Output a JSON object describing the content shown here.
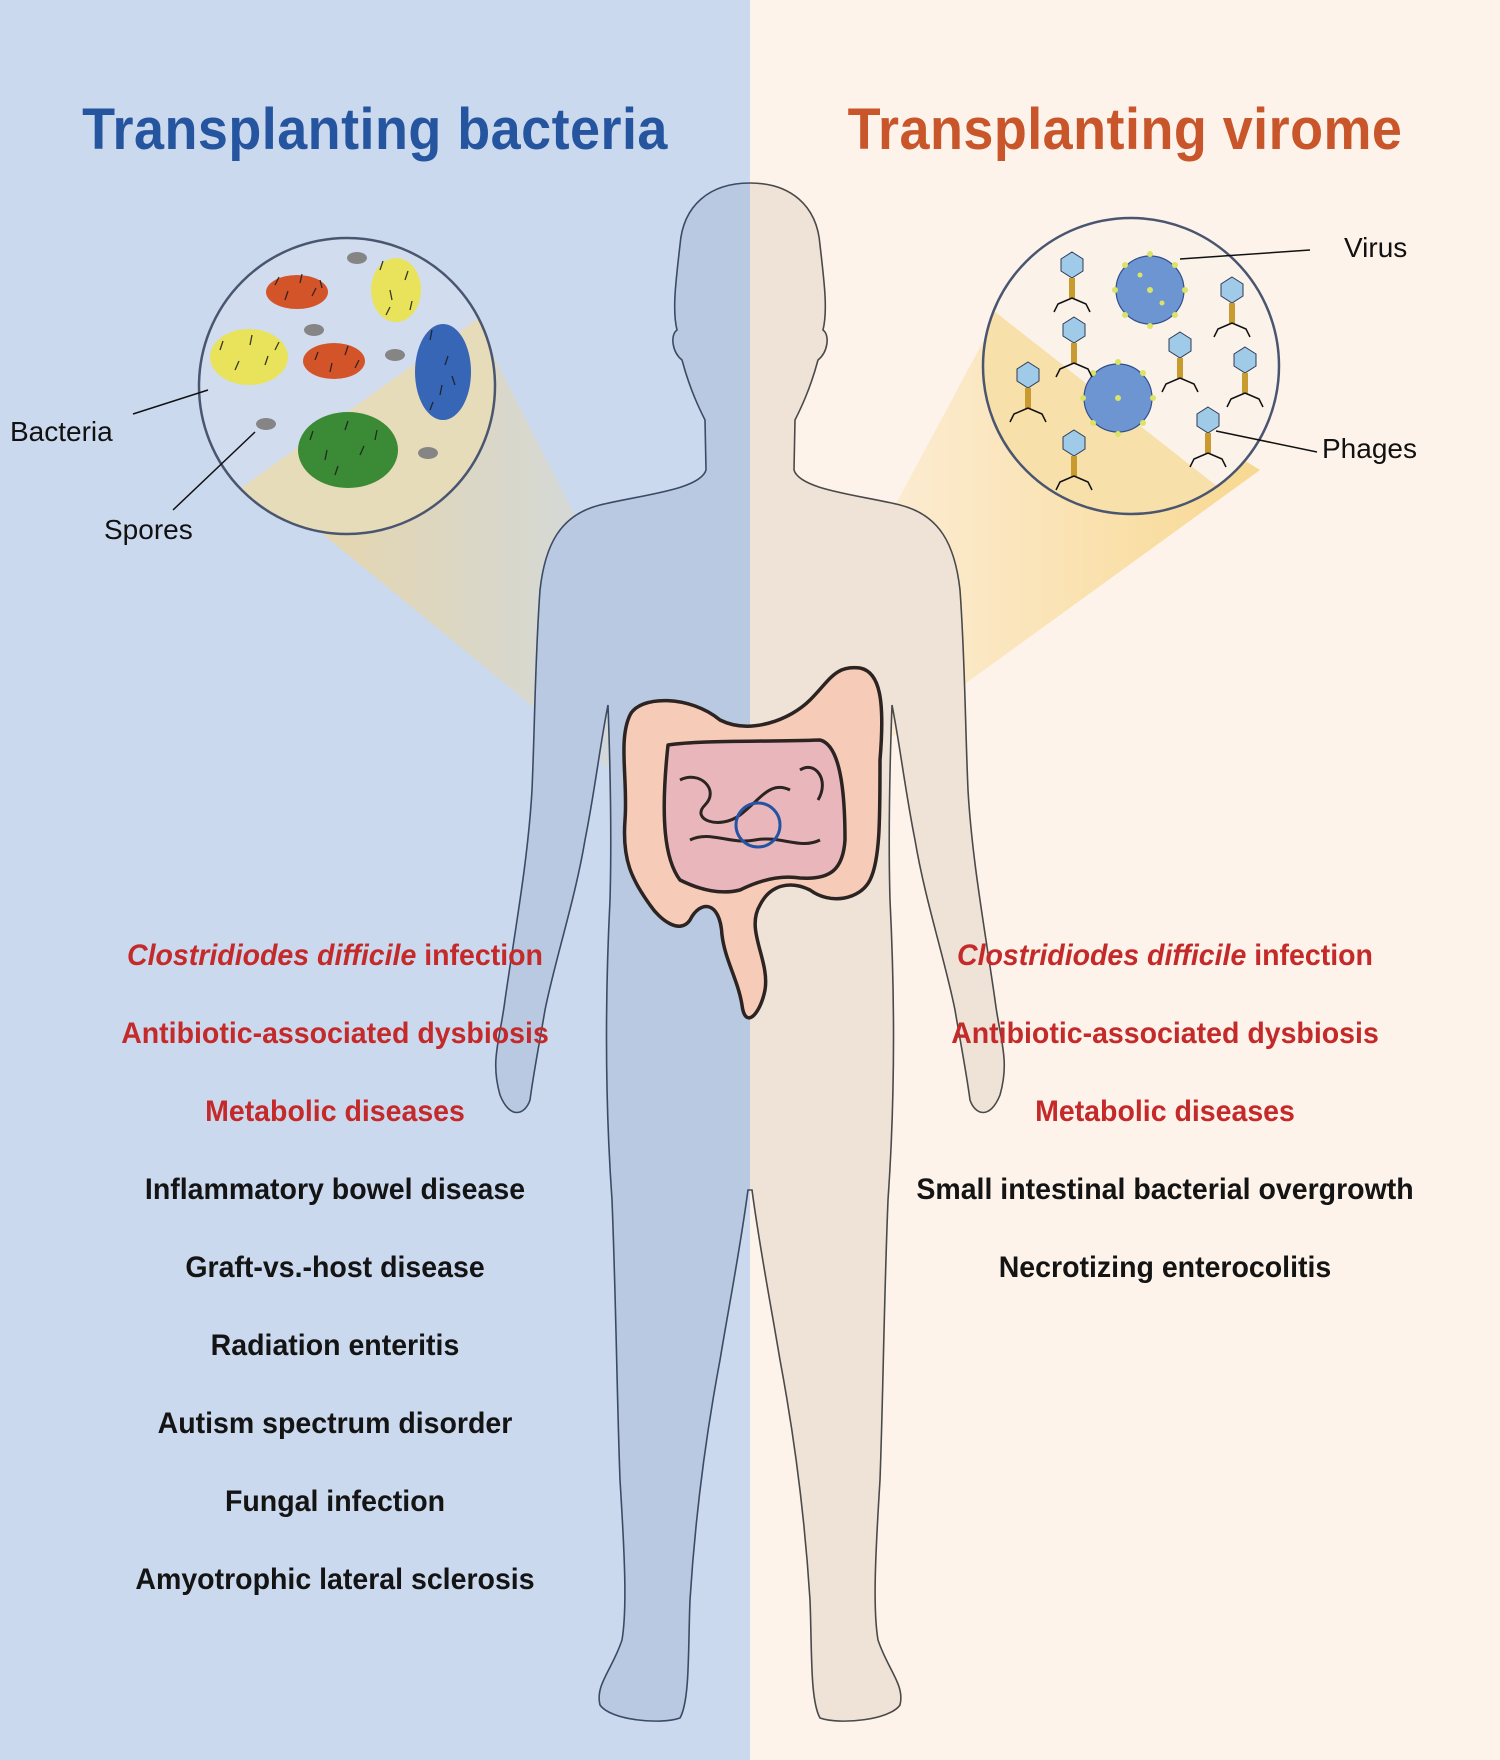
{
  "colors": {
    "left_background": "#cbd9ee",
    "right_background": "#fdf3ea",
    "left_title": "#2655a0",
    "right_title": "#c8562a",
    "highlight_red": "#c42a2a",
    "text_black": "#141414"
  },
  "left": {
    "title": "Transplanting bacteria",
    "inset_labels": {
      "bacteria": "Bacteria",
      "spores": "Spores"
    },
    "conditions": [
      {
        "italic": "Clostridiodes difficile",
        "text": " infection",
        "highlight": true
      },
      {
        "italic": "",
        "text": "Antibiotic-associated dysbiosis",
        "highlight": true
      },
      {
        "italic": "",
        "text": "Metabolic diseases",
        "highlight": true
      },
      {
        "italic": "",
        "text": "Inflammatory bowel disease",
        "highlight": false
      },
      {
        "italic": "",
        "text": "Graft-vs.-host disease",
        "highlight": false
      },
      {
        "italic": "",
        "text": "Radiation enteritis",
        "highlight": false
      },
      {
        "italic": "",
        "text": "Autism spectrum disorder",
        "highlight": false
      },
      {
        "italic": "",
        "text": "Fungal infection",
        "highlight": false
      },
      {
        "italic": "",
        "text": "Amyotrophic lateral sclerosis",
        "highlight": false
      }
    ]
  },
  "right": {
    "title": "Transplanting virome",
    "inset_labels": {
      "virus": "Virus",
      "phages": "Phages"
    },
    "conditions": [
      {
        "italic": "Clostridiodes difficile",
        "text": " infection",
        "highlight": true
      },
      {
        "italic": "",
        "text": "Antibiotic-associated dysbiosis",
        "highlight": true
      },
      {
        "italic": "",
        "text": "Metabolic diseases",
        "highlight": true
      },
      {
        "italic": "",
        "text": "Small intestinal bacterial overgrowth",
        "highlight": false
      },
      {
        "italic": "",
        "text": "Necrotizing enterocolitis",
        "highlight": false
      }
    ]
  },
  "icons": {
    "body": "human-body-silhouette-icon",
    "gut": "intestine-icon",
    "bacteria_inset": "magnified-bacteria-icon",
    "virome_inset": "magnified-virome-icon"
  }
}
